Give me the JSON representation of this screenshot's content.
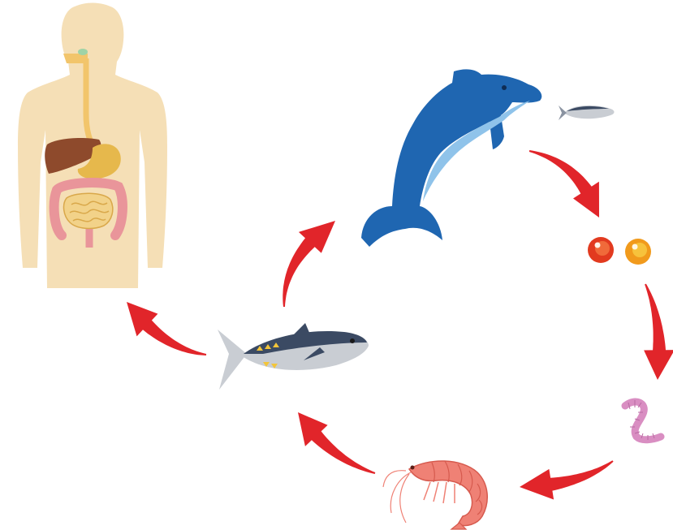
{
  "diagram": {
    "type": "life-cycle",
    "stages": [
      {
        "id": "dolphin",
        "icon": "dolphin-icon"
      },
      {
        "id": "small-fish",
        "icon": "small-tuna-icon"
      },
      {
        "id": "eggs",
        "icon": "egg-pair-icon"
      },
      {
        "id": "larva",
        "icon": "larva-worm-icon"
      },
      {
        "id": "shrimp",
        "icon": "shrimp-icon"
      },
      {
        "id": "tuna",
        "icon": "tuna-icon"
      },
      {
        "id": "human",
        "icon": "human-digestive-system-icon"
      }
    ],
    "links": [
      {
        "from": "dolphin",
        "to": "eggs"
      },
      {
        "from": "eggs",
        "to": "larva"
      },
      {
        "from": "larva",
        "to": "shrimp"
      },
      {
        "from": "shrimp",
        "to": "tuna"
      },
      {
        "from": "tuna",
        "to": "dolphin"
      },
      {
        "from": "tuna",
        "to": "human"
      }
    ]
  },
  "colors": {
    "arrow": "#e1252a",
    "dolphin_dark": "#1f66b1",
    "dolphin_light": "#8fc3ea",
    "body_skin": "#f5dfb6",
    "intestine": "#e9959a",
    "small_intestine": "#f2d289",
    "liver": "#8e4a2c",
    "stomach": "#e6b84c",
    "fish_back": "#3b4a63",
    "fish_belly": "#c9cdd3",
    "fin_yellow": "#f3c53a",
    "egg_red": "#e23a1f",
    "egg_orange": "#f19a1c",
    "larva": "#d98ec2",
    "shrimp": "#ef8175"
  }
}
